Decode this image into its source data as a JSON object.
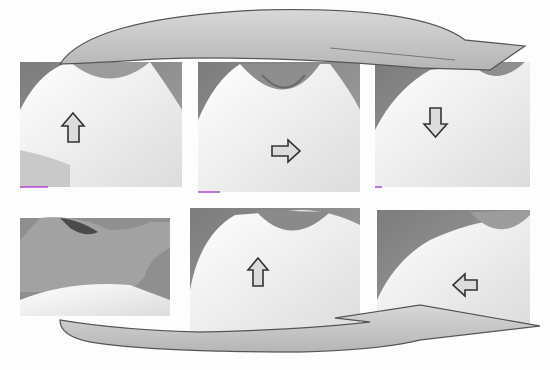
{
  "figure": {
    "description_hidden": "",
    "panels": [
      {
        "id": 1,
        "direction": "up"
      },
      {
        "id": 2,
        "direction": "right"
      },
      {
        "id": 3,
        "direction": "down"
      },
      {
        "id": 4,
        "direction": "none"
      },
      {
        "id": 5,
        "direction": "up"
      },
      {
        "id": 6,
        "direction": "left"
      }
    ],
    "cycle_arrows": [
      {
        "id": "top",
        "direction": "clockwise-right"
      },
      {
        "id": "bottom",
        "direction": "clockwise-right"
      }
    ],
    "colors": {
      "background": "#fdfdfd",
      "photo_bg": "#8a8a8a",
      "shirt": "#f2f2f2",
      "skin": "#9a9a9a",
      "arrow_fill": "#c8c8c8",
      "arrow_stroke": "#555555",
      "accent_edge": "#b04ad0"
    },
    "icons": [
      "arrow-up-icon",
      "arrow-right-icon",
      "arrow-down-icon",
      "arrow-left-icon"
    ]
  }
}
